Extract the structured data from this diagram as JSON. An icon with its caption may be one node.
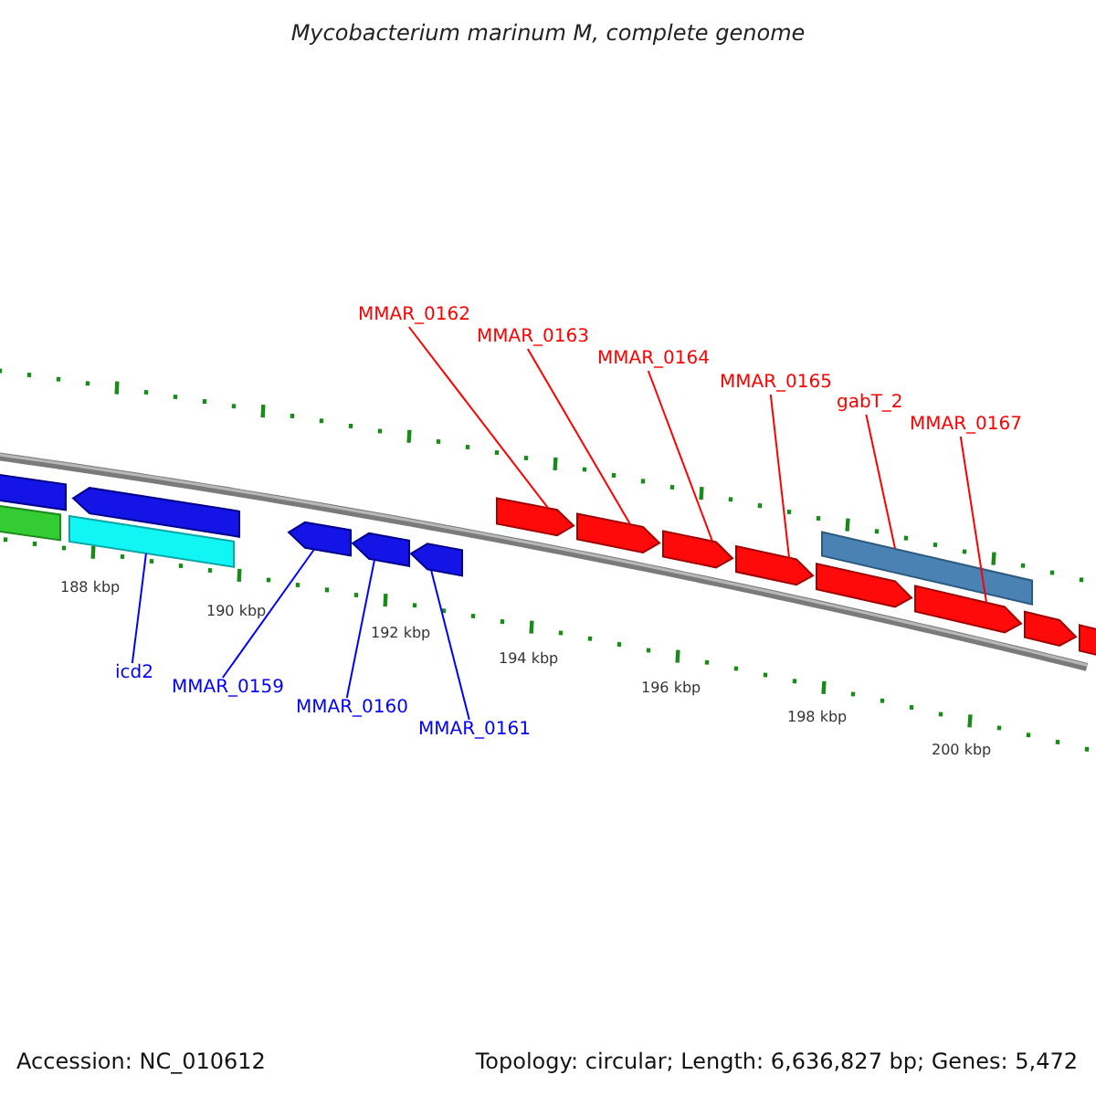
{
  "diagram": {
    "title": "Mycobacterium marinum M, complete genome",
    "nodes": [
      {
        "text": [
          "MMAR_0162"
        ]
      },
      {
        "text": [
          "MMAR_0163"
        ]
      },
      {
        "text": [
          "MMAR_0164"
        ]
      },
      {
        "text": [
          "MMAR_0165"
        ]
      },
      {
        "text": [
          "gabT_2"
        ]
      },
      {
        "text": [
          "MMAR_0167"
        ]
      },
      {
        "text": [],
        "shape": "bar"
      },
      {
        "text": [],
        "shape": "arrow"
      },
      {
        "text": [],
        "shape": "bar"
      },
      {
        "text": [],
        "shape": "bar"
      },
      {
        "text": [],
        "shape": "arrow"
      },
      {
        "text": [],
        "shape": "arrow"
      },
      {
        "text": [],
        "shape": "arrow"
      },
      {
        "text": [],
        "shape": "arrow"
      },
      {
        "text": [],
        "shape": "arrow"
      },
      {
        "text": [],
        "shape": "arrow"
      },
      {
        "text": [],
        "shape": "arrow"
      },
      {
        "text": [],
        "shape": "arrow"
      },
      {
        "text": [],
        "shape": "arrow"
      },
      {
        "text": [],
        "shape": "arrow"
      },
      {
        "text": [],
        "shape": "bar"
      },
      {
        "text": [],
        "shape": "bar"
      },
      {
        "text": [
          "icd2"
        ]
      },
      {
        "text": [
          "MMAR_0159"
        ]
      },
      {
        "text": [
          "MMAR_0160"
        ]
      },
      {
        "text": [
          "MMAR_0161"
        ]
      }
    ],
    "edges": [
      {
        "from": 0,
        "to": 13,
        "arrow": "none"
      },
      {
        "from": 1,
        "to": 14,
        "arrow": "none"
      },
      {
        "from": 2,
        "to": 15,
        "arrow": "none"
      },
      {
        "from": 3,
        "to": 16,
        "arrow": "none"
      },
      {
        "from": 4,
        "to": 21,
        "arrow": "none"
      },
      {
        "from": 5,
        "to": 18,
        "arrow": "none"
      },
      {
        "from": 22,
        "to": 9,
        "arrow": "none",
        "color": "#0000ff"
      },
      {
        "from": 23,
        "to": 10,
        "arrow": "none",
        "color": "#0000ff"
      },
      {
        "from": 24,
        "to": 11,
        "arrow": "none",
        "color": "#0000ff"
      },
      {
        "from": 25,
        "to": 12,
        "arrow": "none",
        "color": "#0000ff"
      }
    ],
    "labels": [
      "188 kbp",
      "190 kbp",
      "192 kbp",
      "194 kbp",
      "196 kbp",
      "198 kbp",
      "200 kbp",
      "Accession: NC_010612",
      "Topology: circular; Length: 6,636,827 bp; Genes: 5,472"
    ]
  }
}
